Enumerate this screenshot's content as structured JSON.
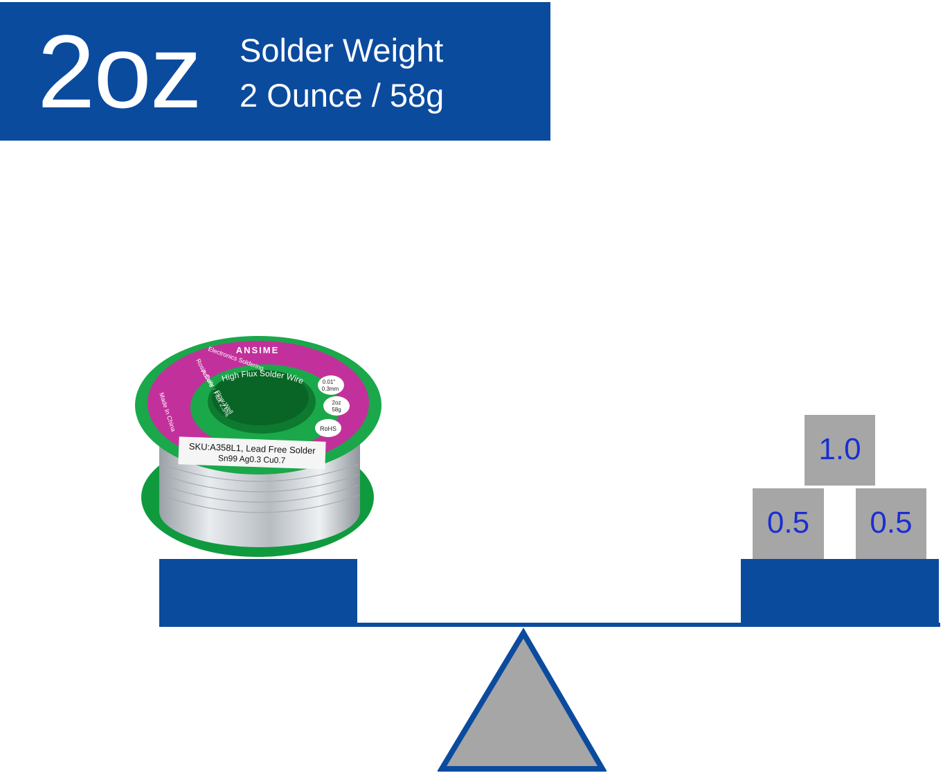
{
  "banner": {
    "big_text": "2oz",
    "line1": "Solder Weight",
    "line2": "2 Ounce / 58g",
    "color": "#0b4b9e"
  },
  "spool": {
    "brand": "ANSIME",
    "product": "High Flux Solder Wire",
    "side_text_1": "Electronics Soldering",
    "side_text_2": "Activity · Flow Well",
    "side_text_3": "Rosin Core · Flux 2.5%",
    "side_text_4": "Made In China",
    "diameter_1": "0.01\"",
    "diameter_2": "0.3mm",
    "weight_1": "2oz",
    "weight_2": "58g",
    "rohs": "RoHS",
    "sku_line1": "SKU:A358L1, Lead Free Solder",
    "sku_line2": "Sn99 Ag0.3 Cu0.7",
    "label_color": "#c2319b",
    "flange_color": "#1aa84a"
  },
  "weights": {
    "top": "1.0",
    "left": "0.5",
    "right": "0.5",
    "block_color": "#a6a6a6",
    "text_color": "#1a2fd0"
  },
  "scale": {
    "beam_color": "#0b4b9e",
    "fulcrum_fill": "#a6a6a6"
  }
}
